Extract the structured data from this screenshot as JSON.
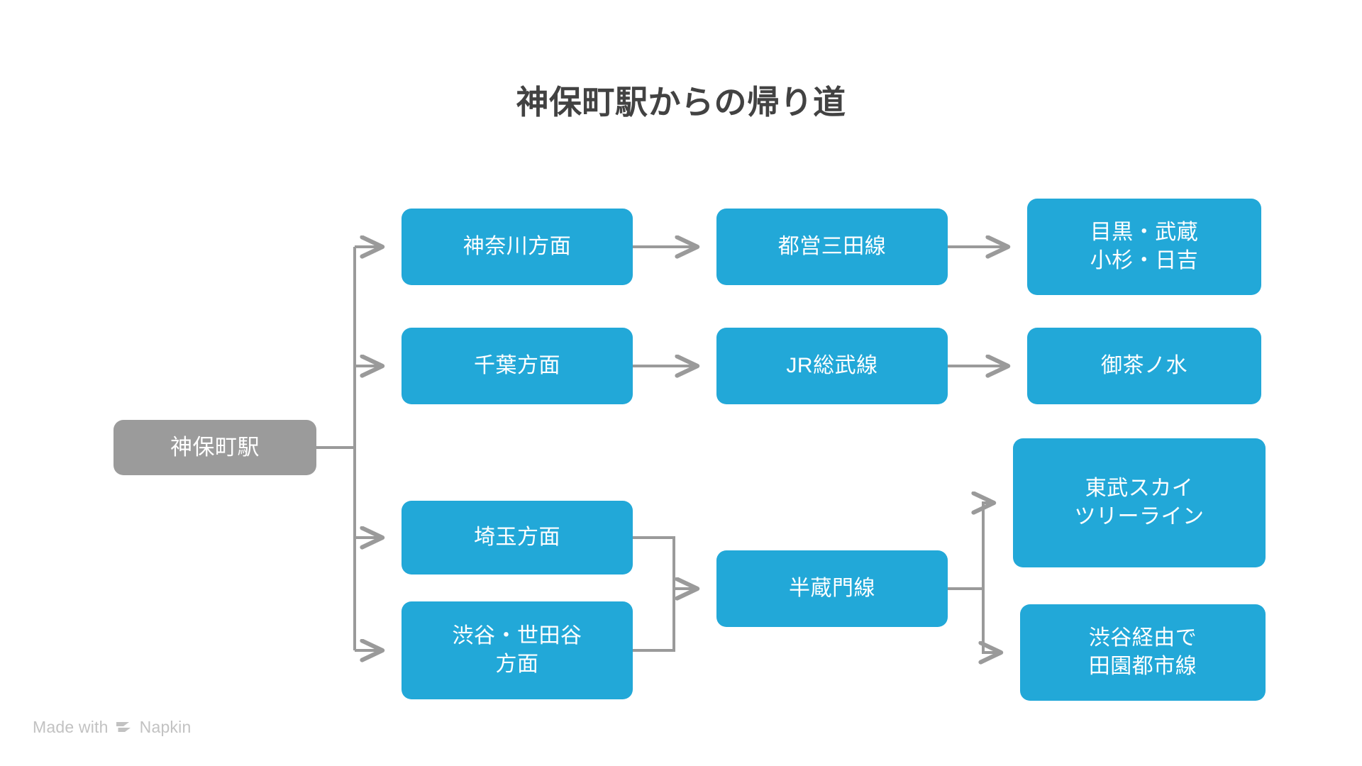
{
  "title": "神保町駅からの帰り道",
  "colors": {
    "background": "#ffffff",
    "title_text": "#424242",
    "node_primary": "#22a8d8",
    "node_root": "#9b9b9b",
    "node_text": "#ffffff",
    "connector": "#9a9a9a",
    "watermark": "#c2c2c2"
  },
  "nodes": {
    "root": "神保町駅",
    "kanagawa": "神奈川方面",
    "chiba": "千葉方面",
    "saitama": "埼玉方面",
    "shibuya_setagaya": "渋谷・世田谷\n方面",
    "toei_mita": "都営三田線",
    "jr_sobu": "JR総武線",
    "hanzomon": "半蔵門線",
    "meguro_musashikosugi": "目黒・武蔵\n小杉・日吉",
    "ochanomizu": "御茶ノ水",
    "tobu_skytree": "東武スカイ\nツリーライン",
    "denentoshi": "渋谷経由で\n田園都市線"
  },
  "watermark": {
    "prefix": "Made with",
    "brand": "Napkin"
  },
  "chart_data": {
    "type": "diagram",
    "layout": "left-to-right flowchart / tree",
    "title": "神保町駅からの帰り道",
    "nodes": [
      {
        "id": "root",
        "label": "神保町駅",
        "column": 0,
        "style": "gray"
      },
      {
        "id": "kanagawa",
        "label": "神奈川方面",
        "column": 1,
        "style": "blue"
      },
      {
        "id": "chiba",
        "label": "千葉方面",
        "column": 1,
        "style": "blue"
      },
      {
        "id": "saitama",
        "label": "埼玉方面",
        "column": 1,
        "style": "blue"
      },
      {
        "id": "shibuya_setagaya",
        "label": "渋谷・世田谷方面",
        "column": 1,
        "style": "blue"
      },
      {
        "id": "toei_mita",
        "label": "都営三田線",
        "column": 2,
        "style": "blue"
      },
      {
        "id": "jr_sobu",
        "label": "JR総武線",
        "column": 2,
        "style": "blue"
      },
      {
        "id": "hanzomon",
        "label": "半蔵門線",
        "column": 2,
        "style": "blue"
      },
      {
        "id": "meguro_musashikosugi",
        "label": "目黒・武蔵小杉・日吉",
        "column": 3,
        "style": "blue"
      },
      {
        "id": "ochanomizu",
        "label": "御茶ノ水",
        "column": 3,
        "style": "blue"
      },
      {
        "id": "tobu_skytree",
        "label": "東武スカイツリーライン",
        "column": 3,
        "style": "blue"
      },
      {
        "id": "denentoshi",
        "label": "渋谷経由で田園都市線",
        "column": 3,
        "style": "blue"
      }
    ],
    "edges": [
      {
        "from": "root",
        "to": "kanagawa"
      },
      {
        "from": "root",
        "to": "chiba"
      },
      {
        "from": "root",
        "to": "saitama"
      },
      {
        "from": "root",
        "to": "shibuya_setagaya"
      },
      {
        "from": "kanagawa",
        "to": "toei_mita"
      },
      {
        "from": "toei_mita",
        "to": "meguro_musashikosugi"
      },
      {
        "from": "chiba",
        "to": "jr_sobu"
      },
      {
        "from": "jr_sobu",
        "to": "ochanomizu"
      },
      {
        "from": "saitama",
        "to": "hanzomon"
      },
      {
        "from": "shibuya_setagaya",
        "to": "hanzomon"
      },
      {
        "from": "hanzomon",
        "to": "tobu_skytree"
      },
      {
        "from": "hanzomon",
        "to": "denentoshi"
      }
    ]
  }
}
